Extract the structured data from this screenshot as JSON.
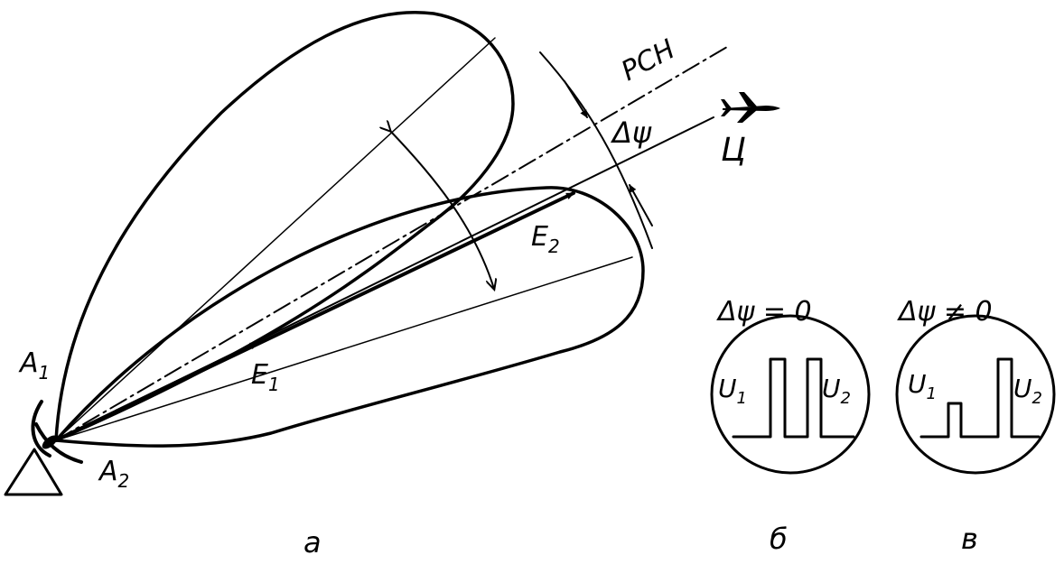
{
  "panel_a": {
    "antenna_1": "A",
    "antenna_1_sub": "1",
    "antenna_2": "A",
    "antenna_2_sub": "2",
    "vector_1": "E",
    "vector_1_sub": "1",
    "vector_2": "E",
    "vector_2_sub": "2",
    "equisignal_direction": "РСН",
    "target": "Ц",
    "angle": "Δψ",
    "caption": "а"
  },
  "panel_b": {
    "condition": "Δψ = 0",
    "pulse_1": "U",
    "pulse_1_sub": "1",
    "pulse_2": "U",
    "pulse_2_sub": "2",
    "caption": "б"
  },
  "panel_c": {
    "condition": "Δψ ≠ 0",
    "pulse_1": "U",
    "pulse_1_sub": "1",
    "pulse_2": "U",
    "pulse_2_sub": "2",
    "caption": "в"
  }
}
